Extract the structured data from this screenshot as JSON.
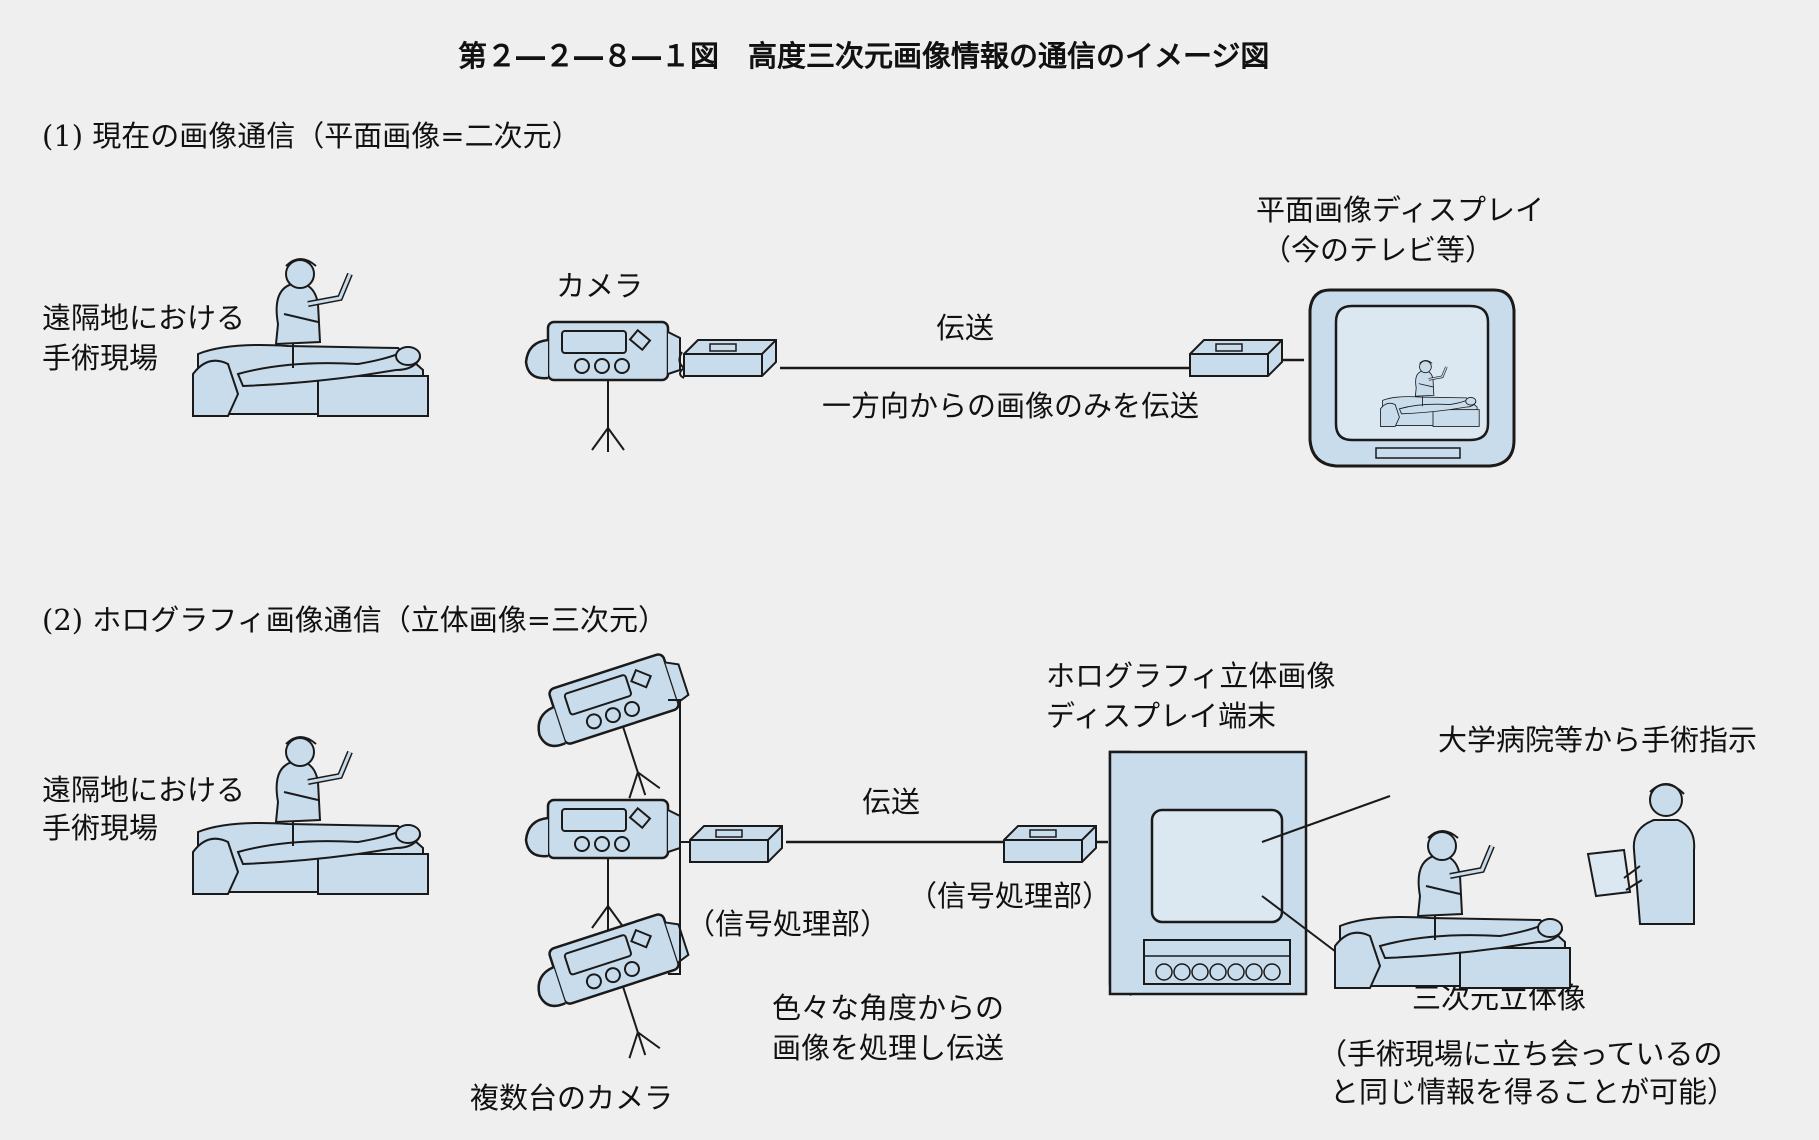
{
  "title": "第２―２―８―１図　高度三次元画像情報の通信のイメージ図",
  "section1": {
    "heading": "(1)  現在の画像通信（平面画像=二次元）",
    "site_line1": "遠隔地における",
    "site_line2": "手術現場",
    "camera": "カメラ",
    "transmission": "伝送",
    "transmission_note": "一方向からの画像のみを伝送",
    "display_line1": "平面画像ディスプレイ",
    "display_line2": "（今のテレビ等）"
  },
  "section2": {
    "heading": "(2)  ホログラフィ画像通信（立体画像=三次元）",
    "site_line1": "遠隔地における",
    "site_line2": "手術現場",
    "transmission": "伝送",
    "processor_left": "（信号処理部）",
    "processor_right": "（信号処理部）",
    "note_line1": "色々な角度からの",
    "note_line2": "画像を処理し伝送",
    "cameras": "複数台のカメラ",
    "terminal_line1": "ホログラフィ立体画像",
    "terminal_line2": "ディスプレイ端末",
    "instruction": "大学病院等から手術指示",
    "stereo_image": "三次元立体像",
    "stereo_note_line1": "（手術現場に立ち会っているの",
    "stereo_note_line2": "と同じ情報を得ることが可能）"
  },
  "colors": {
    "fill": "#c9dcec",
    "stroke": "#1a1a1a",
    "background": "#efeff0"
  }
}
